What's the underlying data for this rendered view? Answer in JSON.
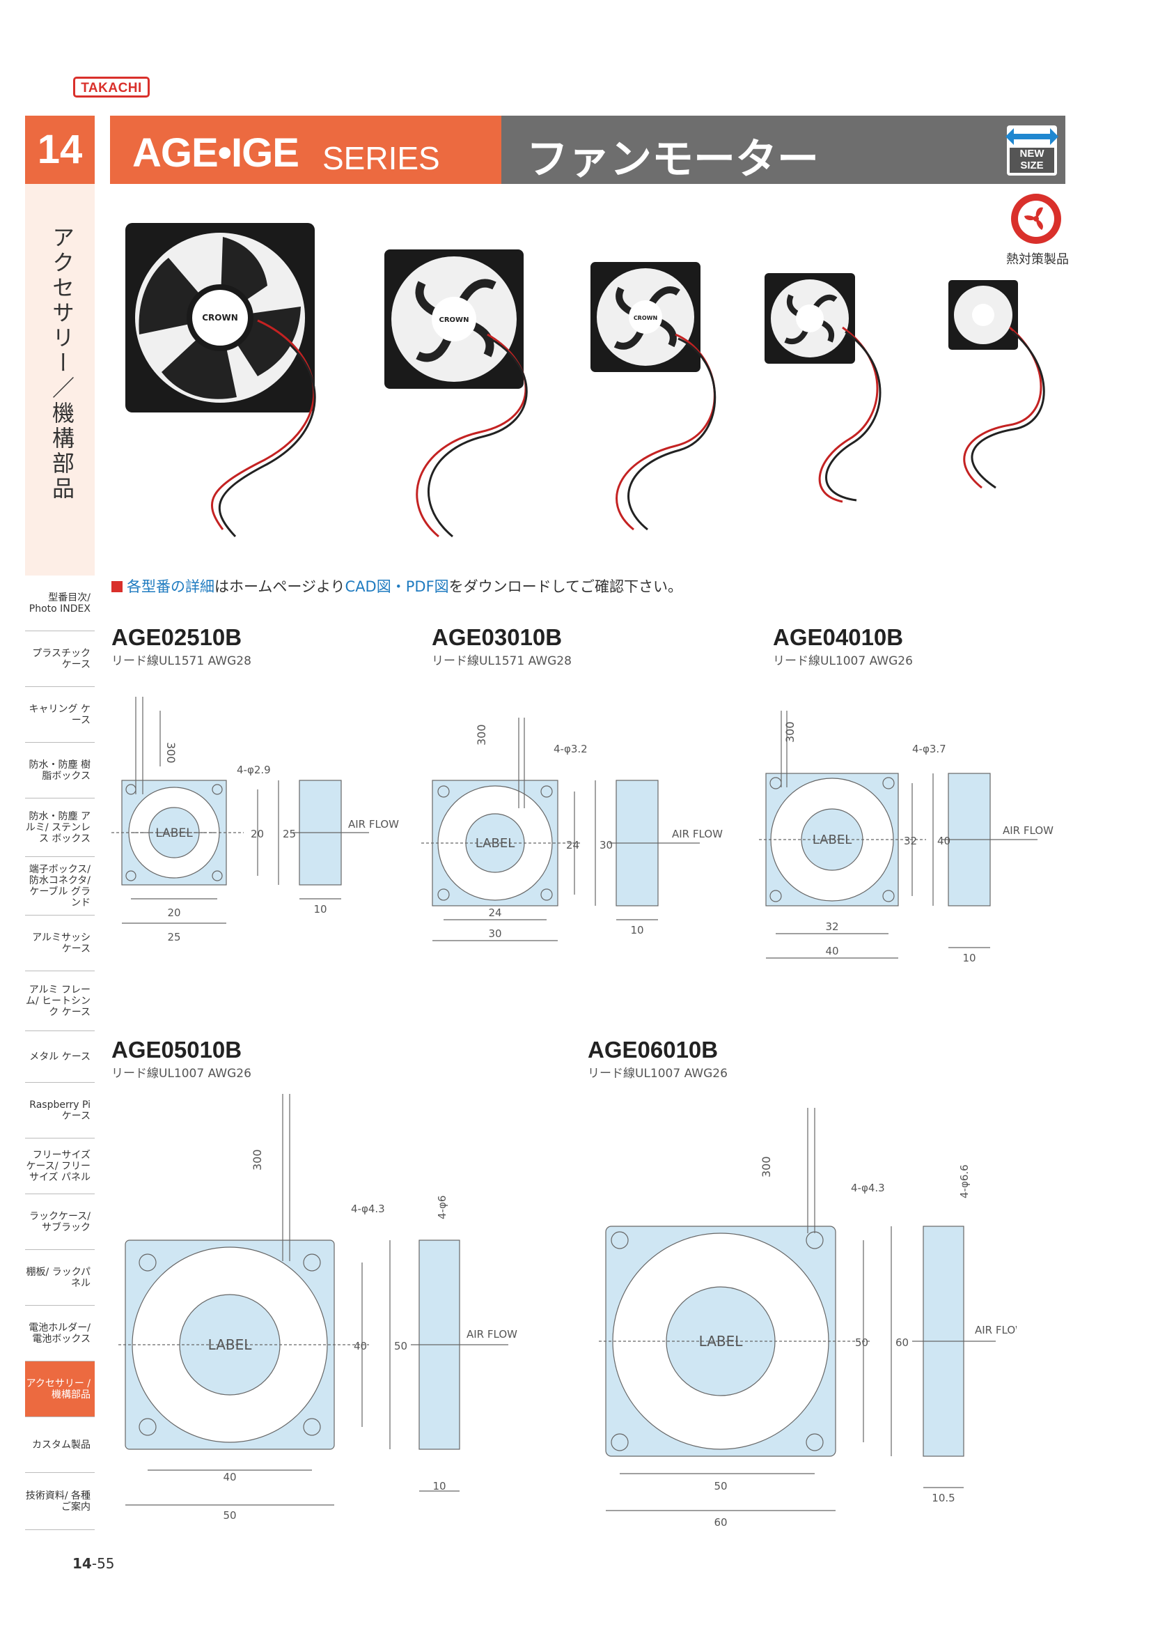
{
  "brand": "TAKACHI",
  "chapter_number": "14",
  "series_name": "AGE•IGE",
  "series_word": "SERIES",
  "title_jp": "ファンモーター",
  "badges": {
    "new_size": "NEW SIZE",
    "heat_label": "熱対策製品"
  },
  "category_vertical": "アクセサリー／機構部品",
  "nav": [
    "型番目次/ Photo INDEX",
    "プラスチック ケース",
    "キャリング ケース",
    "防水・防塵 樹脂ボックス",
    "防水・防塵 アルミ/ ステンレス ボックス",
    "端子ボックス/ 防水コネクタ/ ケーブル グランド",
    "アルミサッシ ケース",
    "アルミ フレーム/ ヒートシンク ケース",
    "メタル ケース",
    "Raspberry Piケース",
    "フリーサイズ ケース/ フリーサイズ パネル",
    "ラックケース/ サブラック",
    "棚板/ ラックパネル",
    "電池ホルダー/ 電池ボックス",
    "アクセサリー /機構部品",
    "カスタム製品",
    "技術資料/ 各種ご案内"
  ],
  "note": {
    "pre": "各型番の",
    "em1": "詳細",
    "mid1": "はホームページより",
    "em2": "CAD図・PDF図",
    "post": "をダウンロードしてご確認下さい。"
  },
  "products": [
    {
      "model": "AGE02510B",
      "lead": "リード線UL1571 AWG28",
      "lead_len": "300",
      "holes": "4-φ2.9",
      "label": "LABEL",
      "airflow": "AIR FLOW",
      "inner": "20",
      "outer": "25",
      "thick": "10"
    },
    {
      "model": "AGE03010B",
      "lead": "リード線UL1571 AWG28",
      "lead_len": "300",
      "holes": "4-φ3.2",
      "label": "LABEL",
      "airflow": "AIR FLOW",
      "inner": "24",
      "outer": "30",
      "thick": "10"
    },
    {
      "model": "AGE04010B",
      "lead": "リード線UL1007 AWG26",
      "lead_len": "300",
      "holes": "4-φ3.7",
      "label": "LABEL",
      "airflow": "AIR FLOW",
      "inner": "32",
      "outer": "40",
      "thick": "10"
    },
    {
      "model": "AGE05010B",
      "lead": "リード線UL1007 AWG26",
      "lead_len": "300",
      "holes": "4-φ4.3",
      "label": "LABEL",
      "airflow": "AIR FLOW",
      "inner": "40",
      "outer": "50",
      "thick": "10",
      "side_hole": "4-φ6"
    },
    {
      "model": "AGE06010B",
      "lead": "リード線UL1007 AWG26",
      "lead_len": "300",
      "holes": "4-φ4.3",
      "label": "LABEL",
      "airflow": "AIR FLOW",
      "inner": "50",
      "outer": "60",
      "thick": "10.5",
      "side_hole": "4-φ6.6"
    }
  ],
  "fan_text": "CROWN",
  "page_number": {
    "chapter": "14",
    "page": "55"
  },
  "colors": {
    "accent": "#ec6a40",
    "drawing_fill": "#cfe6f3",
    "wire_red": "#c42222"
  }
}
